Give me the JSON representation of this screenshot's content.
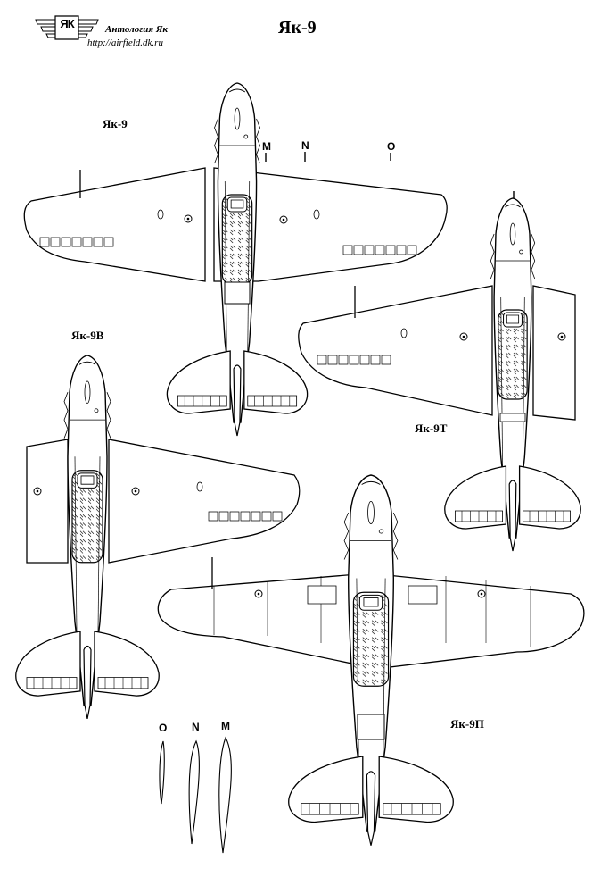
{
  "header": {
    "logo_text": "ЯК",
    "site_name": "Антология Як",
    "url": "http://airfield.dk.ru",
    "title": "Як-9"
  },
  "aircraft": [
    {
      "label": "Як-9"
    },
    {
      "label": "Як-9В"
    },
    {
      "label": "Як-9Т"
    },
    {
      "label": "Як-9П"
    }
  ],
  "section_marks": {
    "m": "M",
    "n": "N",
    "o": "O"
  },
  "profiles": {
    "o": "O",
    "n": "N",
    "m": "M"
  }
}
